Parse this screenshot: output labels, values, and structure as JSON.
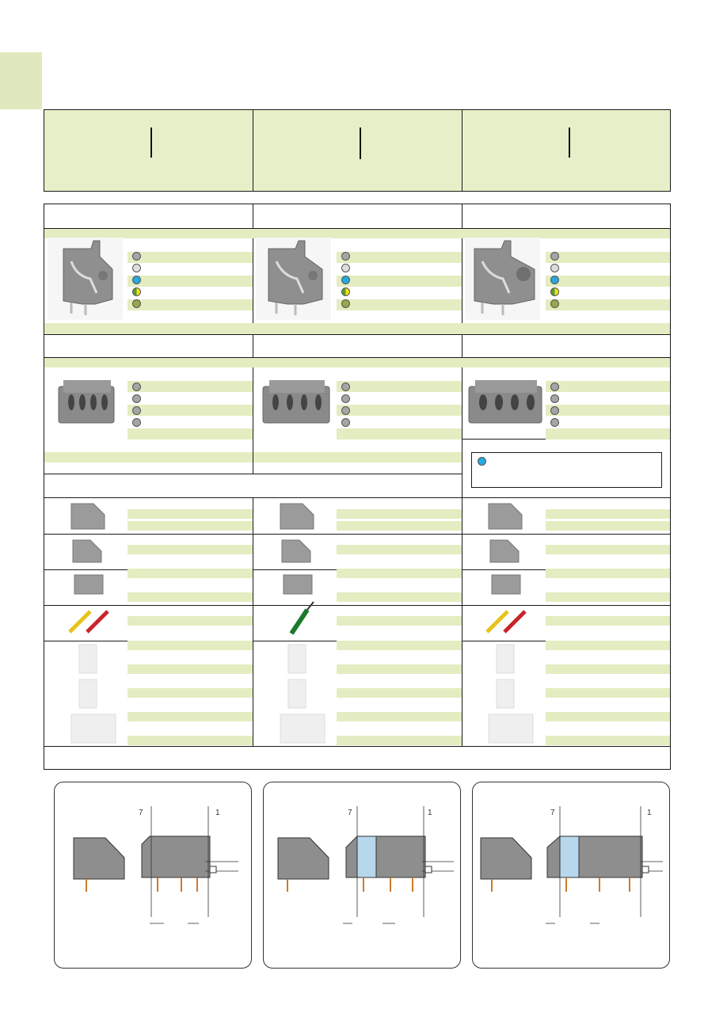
{
  "diagrams": [
    {
      "label_left": "7",
      "label_right": "1"
    },
    {
      "label_left": "7",
      "label_right": "1"
    },
    {
      "label_left": "7",
      "label_right": "1"
    }
  ],
  "colors": {
    "accent_green": "#e3edc1",
    "header_green": "#e6efc7",
    "terminal_gray": "#8f8f8f",
    "note_blue": "#27a8e0"
  },
  "color_dots": [
    "gray",
    "lightgray",
    "blue",
    "yellowgreen",
    "olive"
  ],
  "accessory_icons": [
    "marker-strip-icon",
    "jumper-bar-icon",
    "end-plate-icon",
    "test-plug-icon",
    "screwdriver-icon",
    "comb-jumper-icon"
  ]
}
